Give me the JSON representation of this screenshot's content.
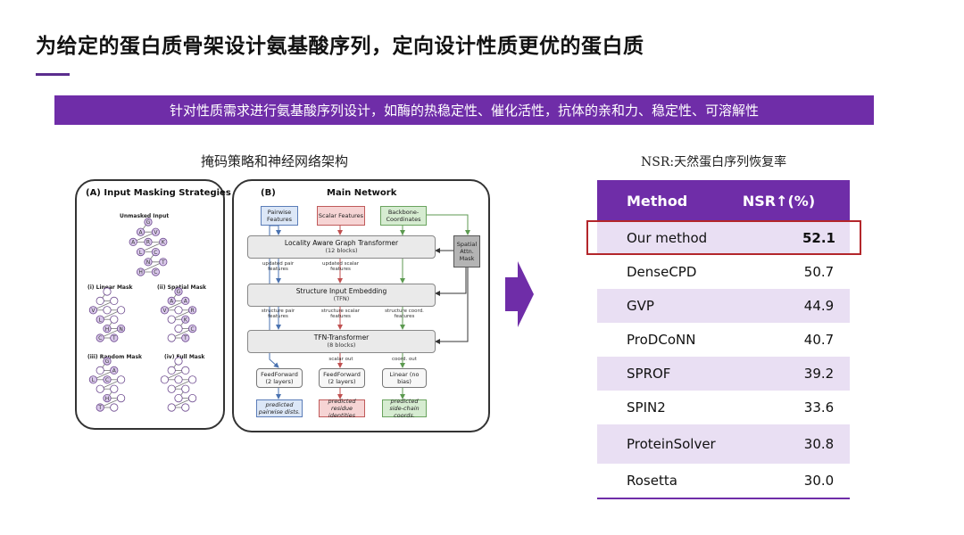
{
  "slide": {
    "title": "为给定的蛋白质骨架设计氨基酸序列，定向设计性质更优的蛋白质",
    "banner": "针对性质需求进行氨基酸序列设计，如酶的热稳定性、催化活性，抗体的亲和力、稳定性、可溶解性",
    "left_caption": "掩码策略和神经网络架构",
    "right_caption": "NSR:天然蛋白序列恢复率",
    "accent_color": "#6f2da8",
    "highlight_color": "#b3262b"
  },
  "diagram": {
    "panel_a": {
      "heading": "(A) Input Masking Strategies",
      "unmasked_label": "Unmasked Input",
      "unmasked_letters": [
        "G",
        "A",
        "V",
        "A",
        "R",
        "K",
        "L",
        "C",
        "N",
        "T",
        "H",
        "C"
      ],
      "linear_label": "(i) Linear Mask",
      "spatial_label": "(ii) Spatial Mask",
      "random_label": "(iii) Random Mask",
      "full_label": "(iv) Full Mask",
      "linear_letters": [
        "V",
        "L",
        "H",
        "N",
        "C",
        "T"
      ],
      "spatial_letters": [
        "G",
        "A",
        "A",
        "V",
        "R",
        "K",
        "C",
        "T"
      ],
      "random_letters": [
        "G",
        "A",
        "L",
        "C",
        "H",
        "T"
      ]
    },
    "panel_b": {
      "heading": "(B)",
      "main_label": "Main Network",
      "input_pair": "Pairwise Features",
      "input_scalar": "Scalar Features",
      "input_backbone": "Backbone-Coordinates",
      "spatial_mask": "Spatial Attn. Mask",
      "block1_title": "Locality Aware Graph Transformer",
      "block1_sub": "(12 blocks)",
      "mid1_left": "updated pair features",
      "mid1_mid": "updated scalar features",
      "block2_title": "Structure Input Embedding",
      "block2_sub": "(TFN)",
      "mid2_left": "structure pair features",
      "mid2_mid": "structure scalar features",
      "mid2_right": "structure coord. features",
      "block3_title": "TFN-Transformer",
      "block3_sub": "(8 blocks)",
      "mid3_mid": "scalar out",
      "mid3_right": "coord. out",
      "head1": "FeedForward (2 layers)",
      "head2": "FeedForward (2 layers)",
      "head3": "Linear (no bias)",
      "out1": "predicted pairwise dists.",
      "out2": "predicted residue identities",
      "out3": "predicted side-chain coords."
    }
  },
  "table": {
    "header_method": "Method",
    "header_nsr": "NSR↑(%)",
    "rows": [
      {
        "method": "Our method",
        "nsr": "52.1"
      },
      {
        "method": "DenseCPD",
        "nsr": "50.7"
      },
      {
        "method": "GVP",
        "nsr": "44.9"
      },
      {
        "method": "ProDCoNN",
        "nsr": "40.7"
      },
      {
        "method": "SPROF",
        "nsr": "39.2"
      },
      {
        "method": "SPIN2",
        "nsr": "33.6"
      },
      {
        "method": "ProteinSolver",
        "nsr": "30.8"
      },
      {
        "method": "Rosetta",
        "nsr": "30.0"
      }
    ]
  }
}
